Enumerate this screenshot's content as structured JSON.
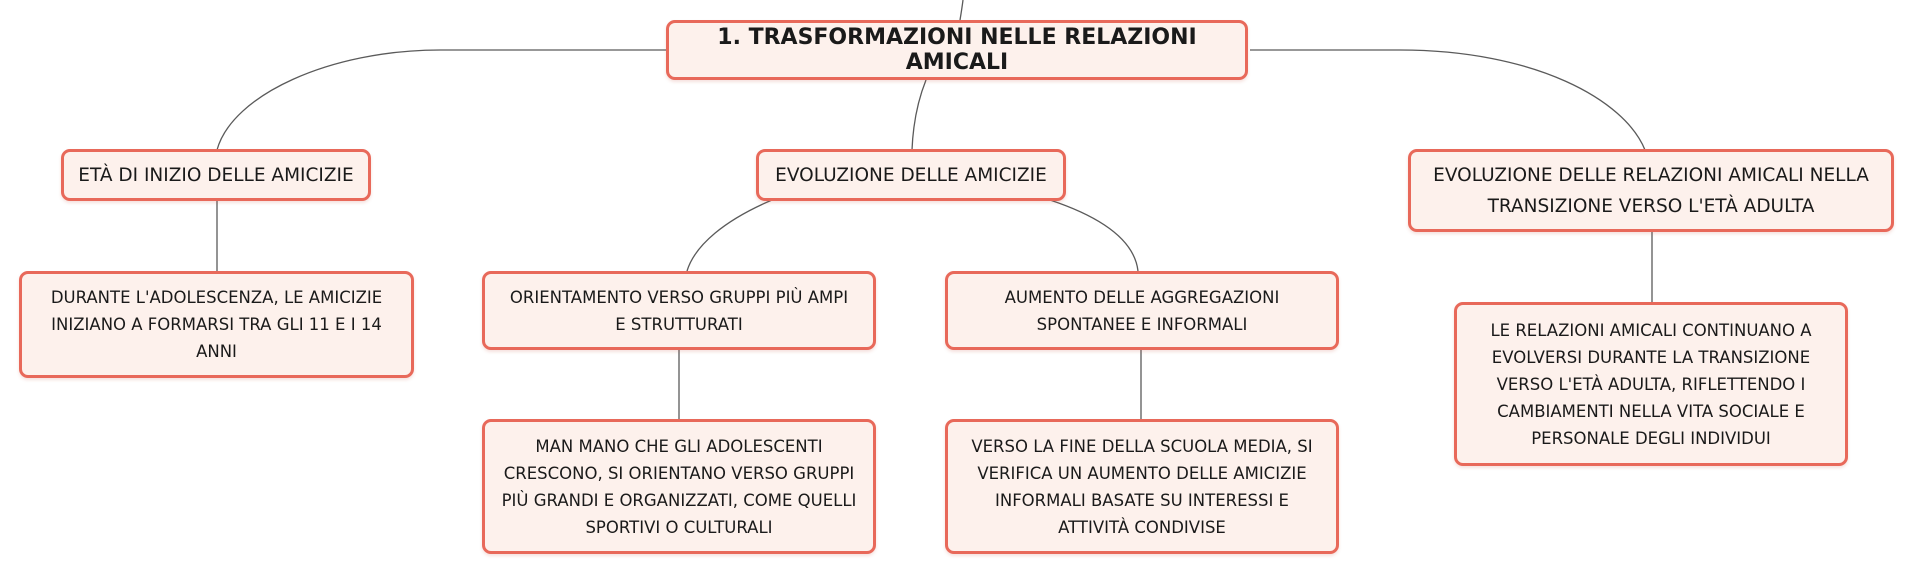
{
  "diagram": {
    "root": {
      "label": "1. TRASFORMAZIONI NELLE RELAZIONI AMICALI"
    },
    "branches": [
      {
        "label": "ETÀ DI INIZIO DELLE AMICIZIE",
        "children": [
          {
            "label": "DURANTE L'ADOLESCENZA, LE AMICIZIE INIZIANO A FORMARSI TRA GLI 11 E I 14 ANNI"
          }
        ]
      },
      {
        "label": "EVOLUZIONE DELLE AMICIZIE",
        "children": [
          {
            "label": "ORIENTAMENTO VERSO GRUPPI PIÙ AMPI E STRUTTURATI",
            "detail": "MAN MANO CHE GLI ADOLESCENTI CRESCONO, SI ORIENTANO VERSO GRUPPI PIÙ GRANDI E ORGANIZZATI, COME QUELLI SPORTIVI O CULTURALI"
          },
          {
            "label": "AUMENTO DELLE AGGREGAZIONI SPONTANEE E INFORMALI",
            "detail": "VERSO LA FINE DELLA SCUOLA MEDIA, SI VERIFICA UN AUMENTO DELLE AMICIZIE INFORMALI BASATE SU INTERESSI E ATTIVITÀ CONDIVISE"
          }
        ]
      },
      {
        "label": "EVOLUZIONE DELLE RELAZIONI AMICALI NELLA TRANSIZIONE VERSO L'ETÀ ADULTA",
        "children": [
          {
            "label": "LE RELAZIONI AMICALI CONTINUANO A EVOLVERSI DURANTE LA TRANSIZIONE VERSO L'ETÀ ADULTA, RIFLETTENDO I CAMBIAMENTI NELLA VITA SOCIALE E PERSONALE DEGLI INDIVIDUI"
          }
        ]
      }
    ]
  },
  "colors": {
    "node_border": "#e8695a",
    "node_fill": "#fdf1ec",
    "connector": "#5a5a5a",
    "text": "#1a1a1a"
  }
}
